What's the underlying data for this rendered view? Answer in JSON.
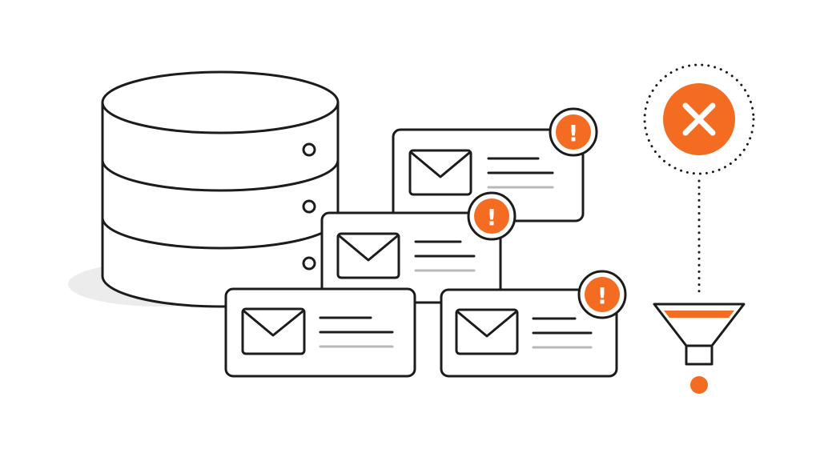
{
  "colors": {
    "accent": "#F36C21",
    "ink": "#1c1c1c",
    "muted_line": "#b8b8b8",
    "background": "#ffffff",
    "shadow": "#ececec"
  },
  "icons": {
    "database": "database-icon",
    "envelope": "envelope-icon",
    "alert": "alert-badge-icon",
    "reject": "x-circle-icon",
    "filter": "funnel-icon",
    "drop": "output-dot-icon"
  },
  "glyphs": {
    "alert": "!",
    "reject": "✕"
  },
  "email_cards": [
    {
      "id": "card-1",
      "has_alert": true
    },
    {
      "id": "card-2",
      "has_alert": true
    },
    {
      "id": "card-3",
      "has_alert": false
    },
    {
      "id": "card-4",
      "has_alert": true
    }
  ]
}
